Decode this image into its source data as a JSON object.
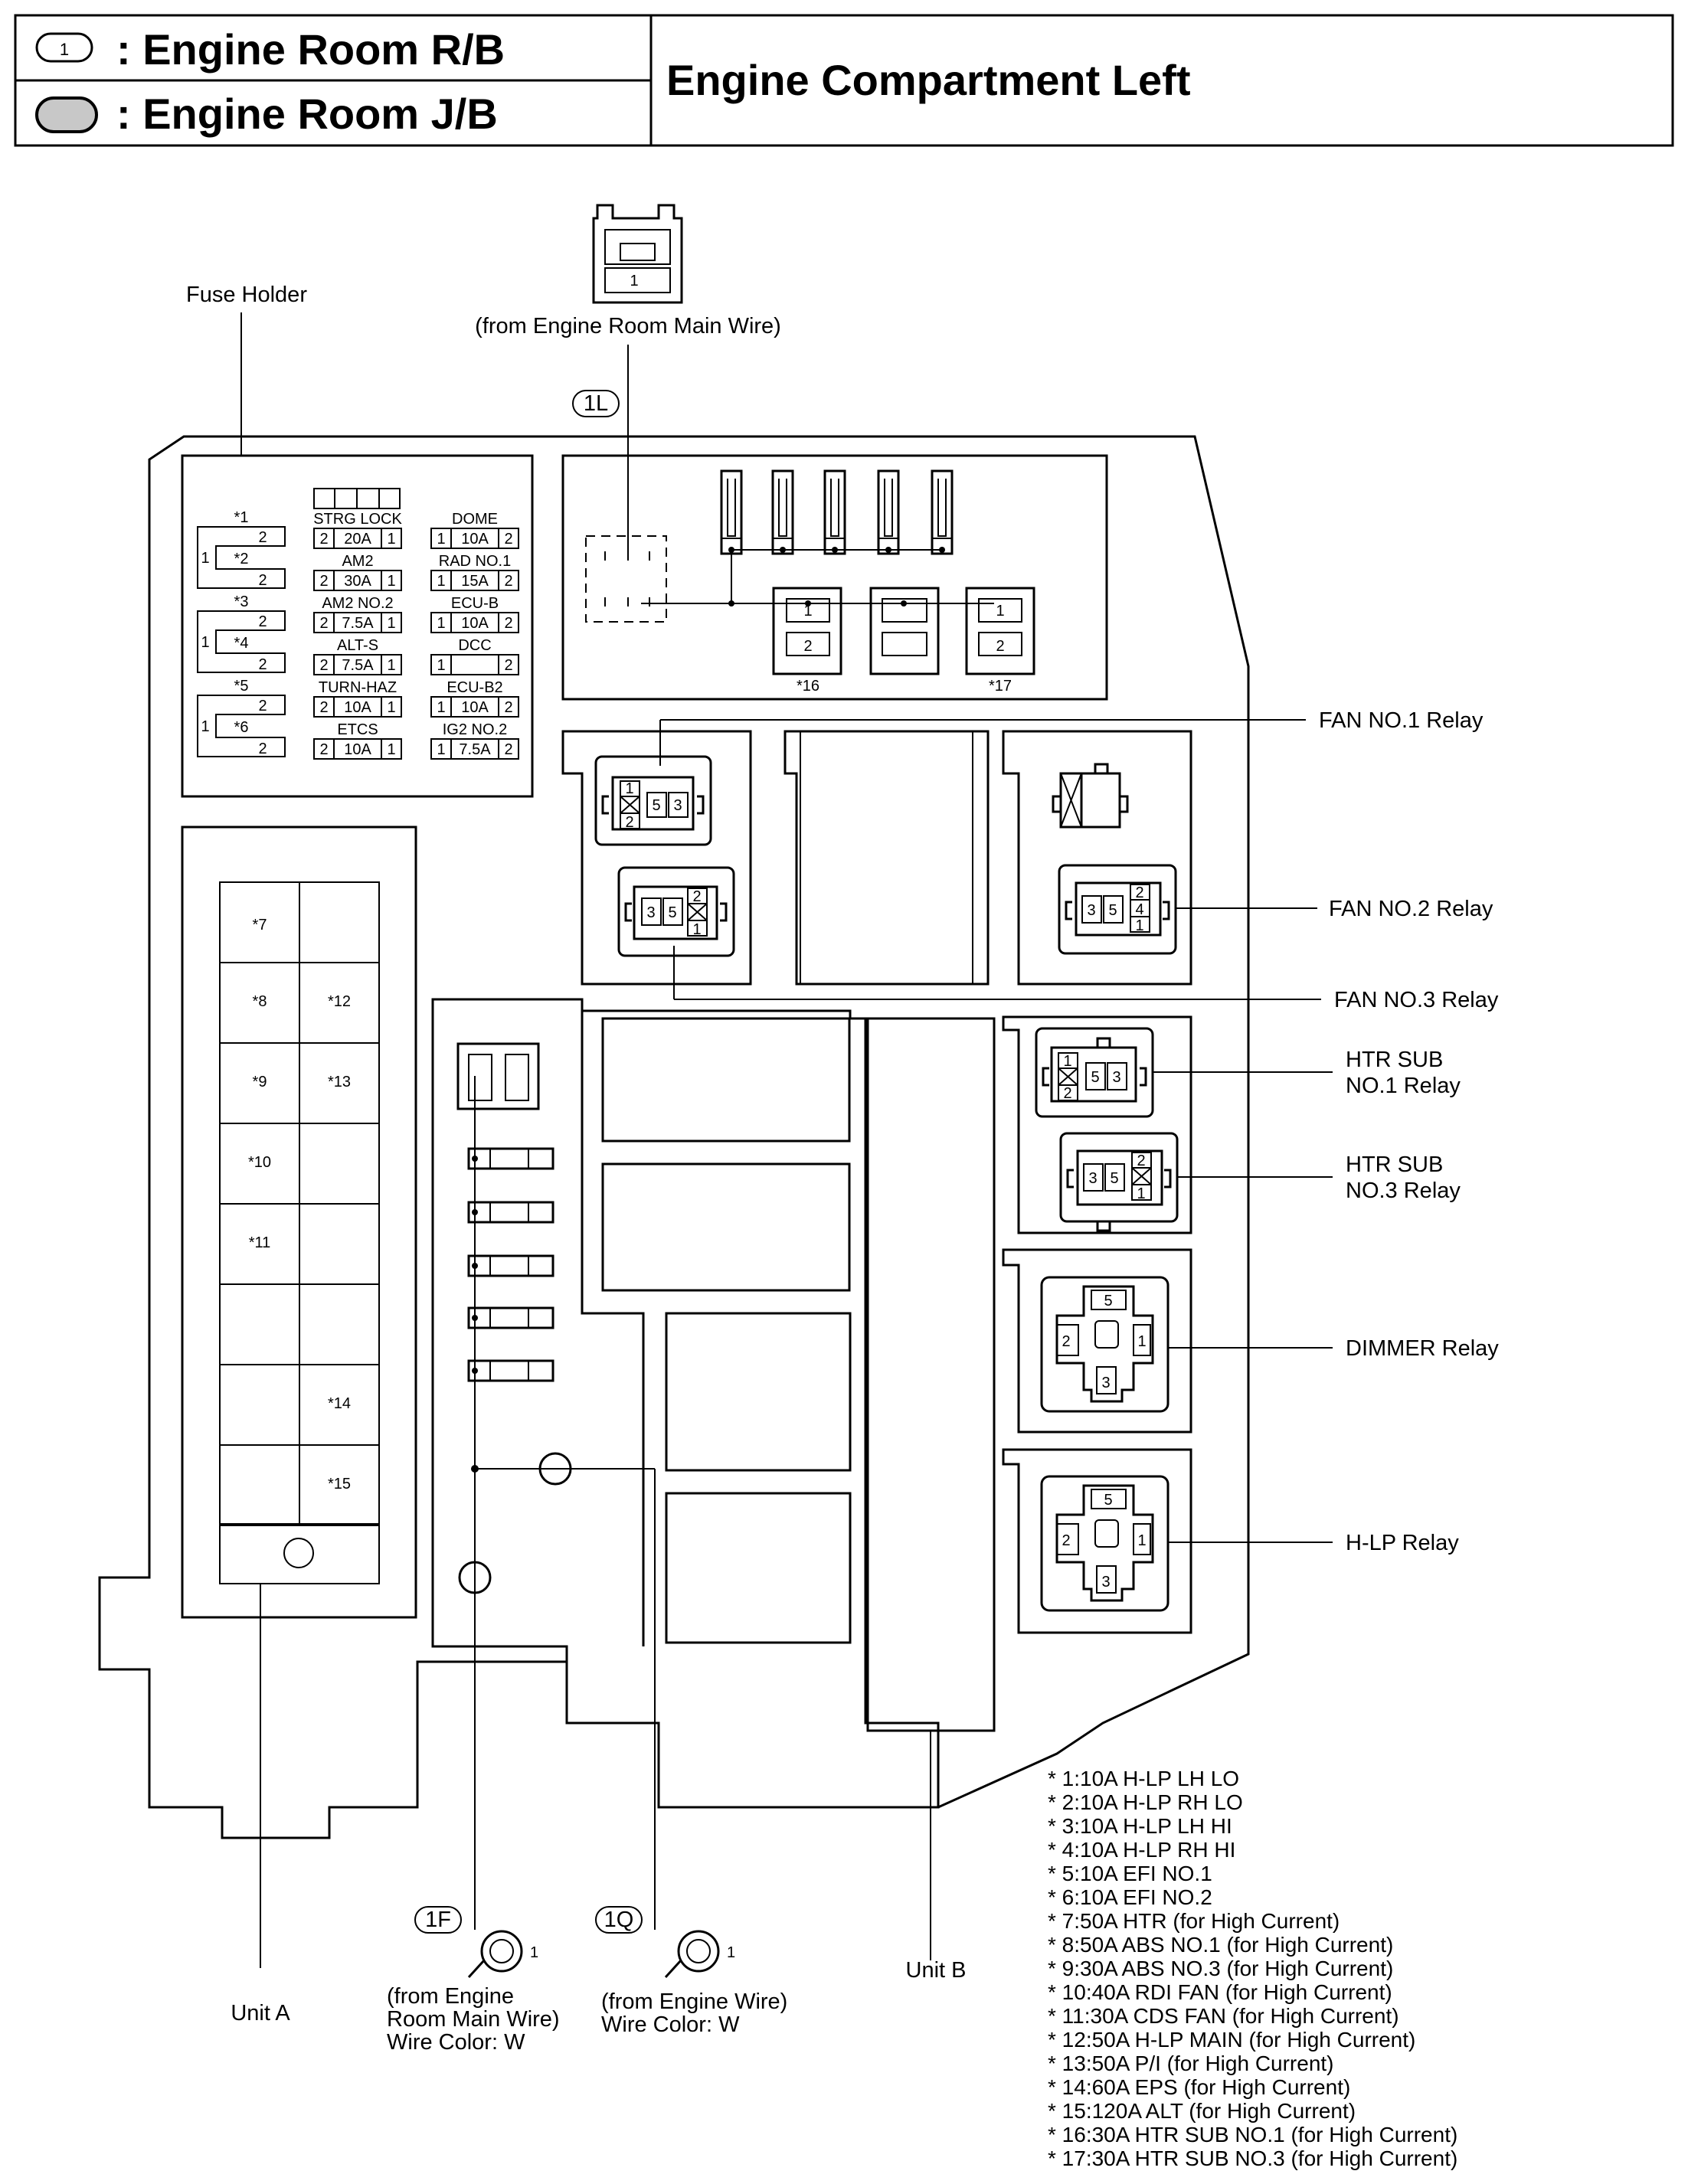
{
  "header": {
    "legend": [
      {
        "symbol": "1",
        "text": ": Engine Room R/B"
      },
      {
        "symbol": "",
        "text": ": Engine Room J/B"
      }
    ],
    "title": "Engine Compartment Left"
  },
  "top_connector": {
    "pin": "1",
    "caption": "(from Engine Room Main Wire)",
    "code": "1L"
  },
  "fuse_holder": {
    "label": "Fuse Holder",
    "left_slots": [
      "*1",
      "*2",
      "*3",
      "*4",
      "*5",
      "*6"
    ],
    "left_pin_a": "2",
    "left_pin_b": "1",
    "middle": [
      {
        "name": "STRG LOCK",
        "pins": [
          "2",
          "20A",
          "1"
        ]
      },
      {
        "name": "AM2",
        "pins": [
          "2",
          "30A",
          "1"
        ]
      },
      {
        "name": "AM2 NO.2",
        "pins": [
          "2",
          "7.5A",
          "1"
        ]
      },
      {
        "name": "ALT-S",
        "pins": [
          "2",
          "7.5A",
          "1"
        ]
      },
      {
        "name": "TURN-HAZ",
        "pins": [
          "2",
          "10A",
          "1"
        ]
      },
      {
        "name": "ETCS",
        "pins": [
          "2",
          "10A",
          "1"
        ]
      }
    ],
    "right": [
      {
        "name": "DOME",
        "pins": [
          "1",
          "10A",
          "2"
        ]
      },
      {
        "name": "RAD NO.1",
        "pins": [
          "1",
          "15A",
          "2"
        ]
      },
      {
        "name": "ECU-B",
        "pins": [
          "1",
          "10A",
          "2"
        ]
      },
      {
        "name": "DCC",
        "pins": [
          "1",
          "",
          "2"
        ]
      },
      {
        "name": "ECU-B2",
        "pins": [
          "1",
          "10A",
          "2"
        ]
      },
      {
        "name": "IG2 NO.2",
        "pins": [
          "1",
          "7.5A",
          "2"
        ]
      }
    ]
  },
  "unit_a": {
    "label": "Unit A",
    "left_column": [
      "*7",
      "*8",
      "*9",
      "*10",
      "*11",
      "",
      "",
      ""
    ],
    "right_column": [
      "",
      "*12",
      "*13",
      "",
      "",
      "",
      "*14",
      "*15"
    ]
  },
  "unit_b": {
    "label": "Unit B"
  },
  "rb_block": {
    "slot16": "*16",
    "slot17": "*17",
    "pin1": "1",
    "pin2": "2"
  },
  "relays": {
    "fan1": {
      "label": "FAN NO.1 Relay",
      "pins": [
        "1",
        "5",
        "3",
        "2"
      ]
    },
    "fan2": {
      "label": "FAN NO.2 Relay",
      "pins": [
        "3",
        "5",
        "2",
        "4",
        "1"
      ]
    },
    "fan3": {
      "label": "FAN NO.3 Relay",
      "pins": [
        "3",
        "5",
        "2",
        "1"
      ]
    },
    "htr1": {
      "label_line1": "HTR SUB",
      "label_line2": "NO.1 Relay",
      "pins": [
        "1",
        "5",
        "3",
        "2"
      ]
    },
    "htr3": {
      "label_line1": "HTR SUB",
      "label_line2": "NO.3 Relay",
      "pins": [
        "3",
        "5",
        "2",
        "1"
      ]
    },
    "dimmer": {
      "label": "DIMMER Relay",
      "pins": [
        "5",
        "2",
        "1",
        "3"
      ]
    },
    "hlp": {
      "label": "H-LP Relay",
      "pins": [
        "5",
        "2",
        "1",
        "3"
      ]
    }
  },
  "terminals": {
    "t1f": {
      "code": "1F",
      "pin": "1",
      "line1": "(from Engine",
      "line2": "Room Main Wire)",
      "line3": "Wire Color: W"
    },
    "t1q": {
      "code": "1Q",
      "pin": "1",
      "line1": "(from Engine Wire)",
      "line2": "Wire Color: W"
    }
  },
  "notes": [
    "* 1:10A H-LP LH LO",
    "* 2:10A H-LP RH LO",
    "* 3:10A H-LP LH HI",
    "* 4:10A H-LP RH HI",
    "* 5:10A EFI NO.1",
    "* 6:10A EFI NO.2",
    "* 7:50A HTR (for High Current)",
    "* 8:50A ABS NO.1 (for High Current)",
    "* 9:30A ABS NO.3 (for High Current)",
    "* 10:40A RDI FAN (for High Current)",
    "* 11:30A CDS FAN (for High Current)",
    "* 12:50A H-LP MAIN (for High Current)",
    "* 13:50A P/I (for High Current)",
    "* 14:60A EPS (for High Current)",
    "* 15:120A ALT (for High Current)",
    "* 16:30A HTR SUB NO.1 (for High Current)",
    "* 17:30A HTR SUB NO.3 (for High Current)"
  ]
}
